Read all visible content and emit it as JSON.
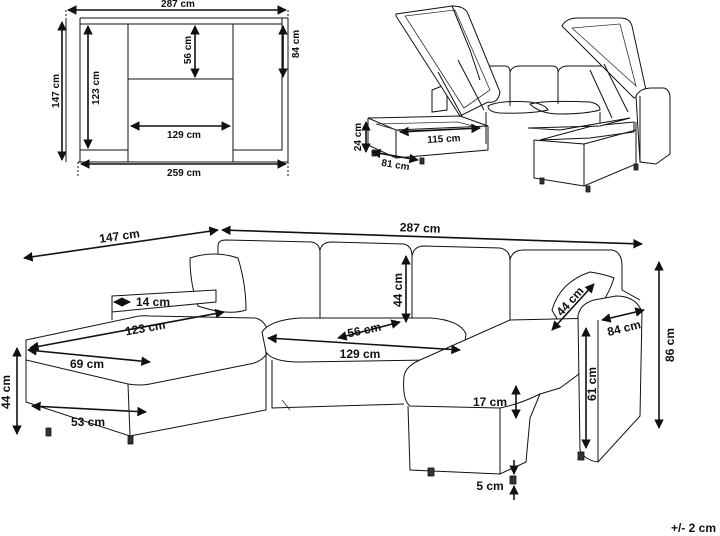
{
  "top_view": {
    "width_label": "287 cm",
    "depth_label": "147 cm",
    "seat_depth_label": "123 cm",
    "middle_depth_label": "56 cm",
    "back_depth_label": "84 cm",
    "inner_width_label": "129 cm",
    "bottom_width_label": "259 cm"
  },
  "storage_view": {
    "height_label": "24 cm",
    "width_label": "81 cm",
    "length_label": "115 cm"
  },
  "main_view": {
    "depth_label": "147 cm",
    "width_label": "287 cm",
    "arm_width_label": "14 cm",
    "chaise_length_label": "123 cm",
    "chaise_width_label": "69 cm",
    "seat_height_label": "44 cm",
    "base_width_label": "53 cm",
    "backrest_height_label": "44 cm",
    "seat_depth_label": "56 cm",
    "middle_width_label": "129 cm",
    "pillow_label": "44 cm",
    "arm_depth_label": "84 cm",
    "total_height_label": "86 cm",
    "arm_height_label": "61 cm",
    "cushion_height_label": "17 cm",
    "leg_height_label": "5 cm"
  },
  "tolerance_label": "+/- 2 cm"
}
